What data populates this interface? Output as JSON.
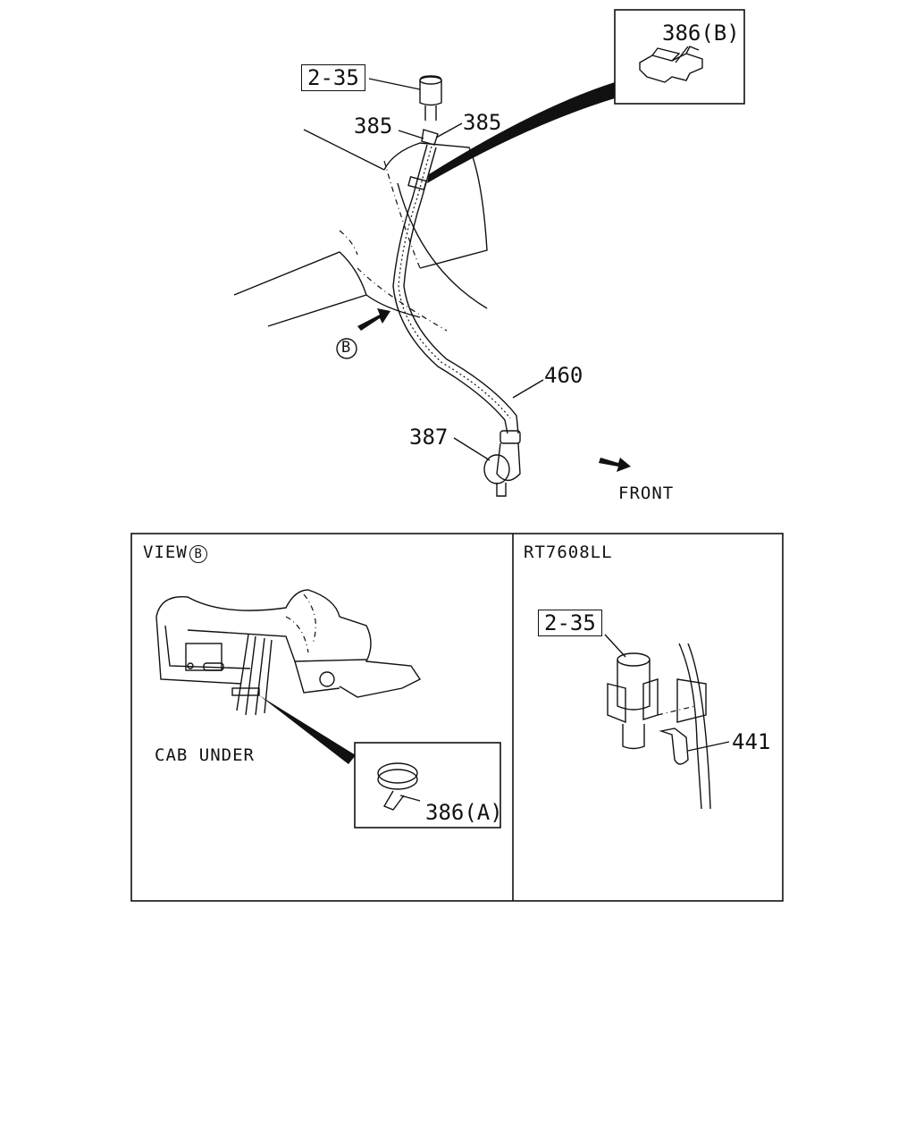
{
  "labels": {
    "switch_ref_top": "2-35",
    "clamp_385_left": "385",
    "clamp_385_right": "385",
    "clip_386b": "386(B)",
    "hose_460": "460",
    "grommet_387": "387",
    "view_marker": "B",
    "front": "FRONT",
    "view_title": "VIEW",
    "view_title_marker": "B",
    "cab_under": "CAB UNDER",
    "band_386a": "386(A)",
    "model_code": "RT7608LL",
    "switch_ref_detail": "2-35",
    "fitting_441": "441"
  }
}
